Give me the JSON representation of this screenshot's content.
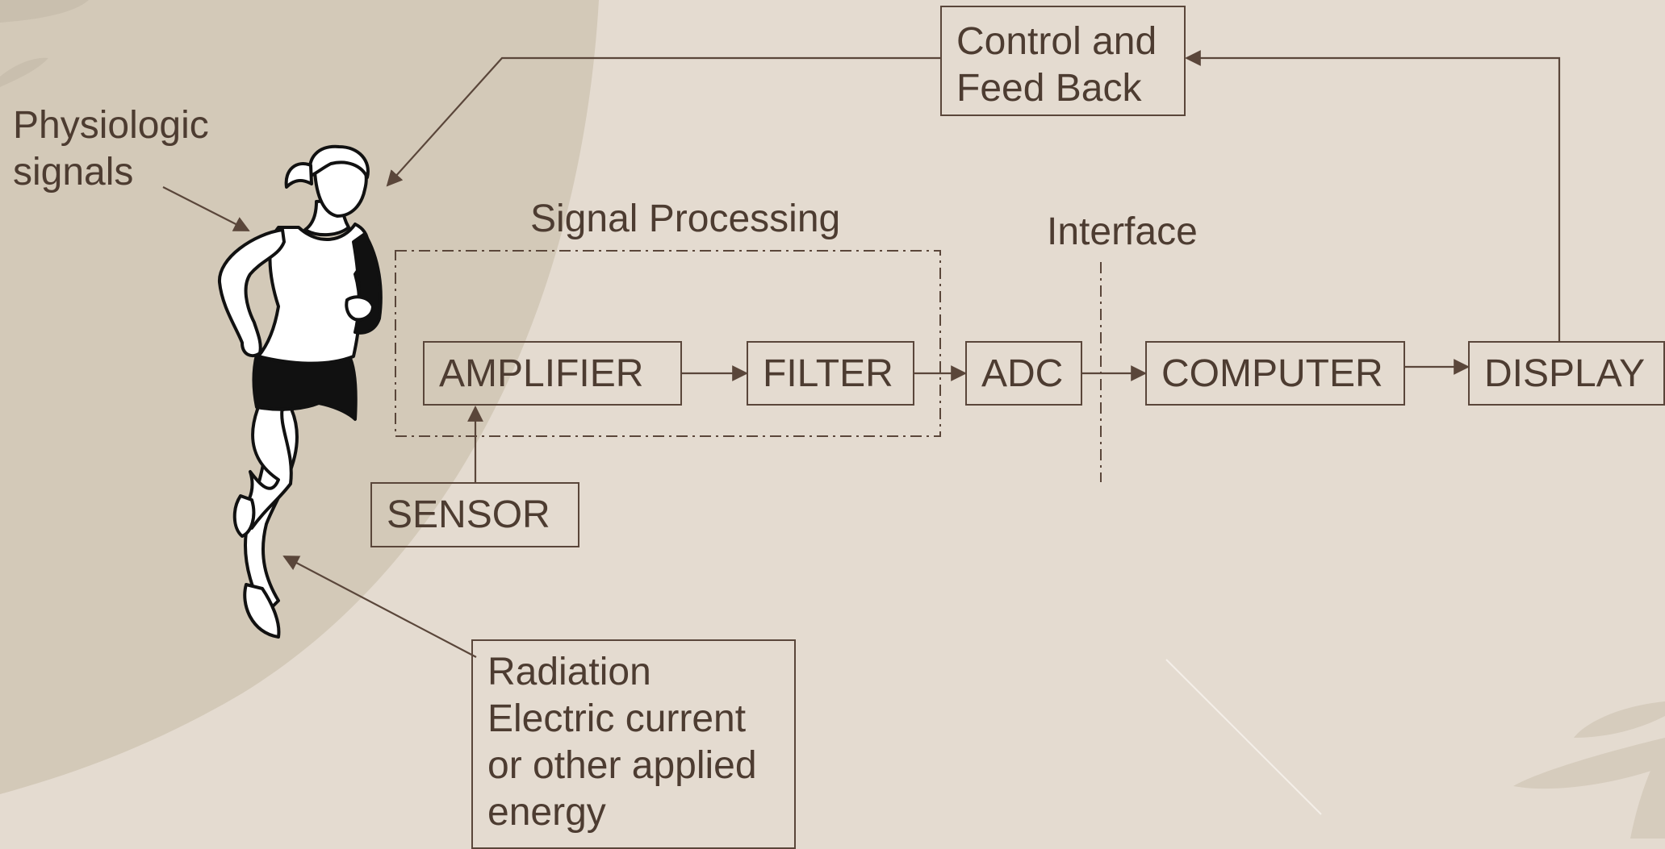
{
  "labels": {
    "physiologic_line1": "Physiologic",
    "physiologic_line2": "signals",
    "signal_processing": "Signal Processing",
    "interface": "Interface"
  },
  "boxes": {
    "control_line1": "Control and",
    "control_line2": "Feed Back",
    "amplifier": "AMPLIFIER",
    "filter": "FILTER",
    "adc": "ADC",
    "computer": "COMPUTER",
    "display": "DISPLAY",
    "sensor": "SENSOR",
    "radiation_lines": [
      "Radiation",
      "Electric current",
      "or other applied",
      "energy"
    ]
  },
  "colors": {
    "background": "#e4dbd0",
    "shade": "#d3c9b8",
    "ink": "#5a463a"
  }
}
